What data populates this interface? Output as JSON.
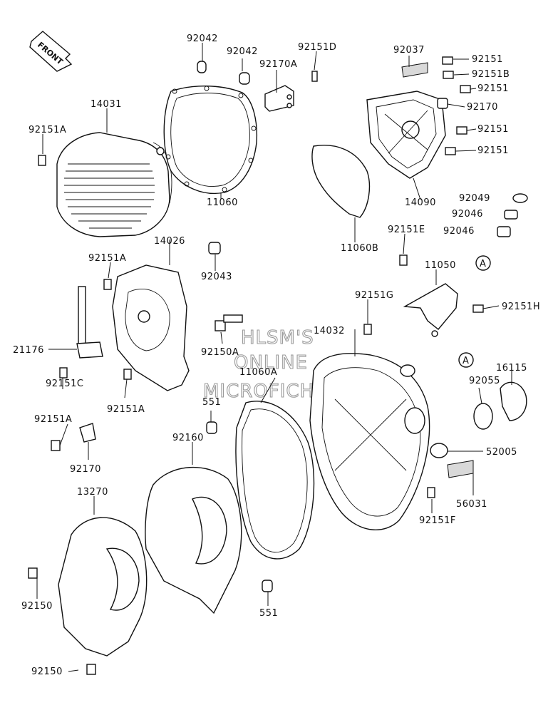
{
  "front_arrow": {
    "text": "FRONT"
  },
  "watermark": {
    "line1": "HLSM'S",
    "line2": "ONLINE",
    "line3": "MICROFICHE"
  },
  "callouts": [
    {
      "id": "c0",
      "text": "92042"
    },
    {
      "id": "c1",
      "text": "92042"
    },
    {
      "id": "c2",
      "text": "92151D"
    },
    {
      "id": "c3",
      "text": "92170A"
    },
    {
      "id": "c4",
      "text": "92037"
    },
    {
      "id": "c5",
      "text": "92151"
    },
    {
      "id": "c6",
      "text": "92151B"
    },
    {
      "id": "c7",
      "text": "92151"
    },
    {
      "id": "c8",
      "text": "92170"
    },
    {
      "id": "c9",
      "text": "92151"
    },
    {
      "id": "c10",
      "text": "92151"
    },
    {
      "id": "c11",
      "text": "14031"
    },
    {
      "id": "c12",
      "text": "92151A"
    },
    {
      "id": "c13",
      "text": "11060"
    },
    {
      "id": "c14",
      "text": "14090"
    },
    {
      "id": "c15",
      "text": "92049"
    },
    {
      "id": "c16",
      "text": "92046"
    },
    {
      "id": "c17",
      "text": "92046"
    },
    {
      "id": "c18",
      "text": "11060B"
    },
    {
      "id": "c19",
      "text": "14026"
    },
    {
      "id": "c20",
      "text": "92151A"
    },
    {
      "id": "c21",
      "text": "92043"
    },
    {
      "id": "c22",
      "text": "92151E"
    },
    {
      "id": "c23",
      "text": "11050"
    },
    {
      "id": "c24",
      "text": "92151G"
    },
    {
      "id": "c25",
      "text": "92151H"
    },
    {
      "id": "c26",
      "text": "14032"
    },
    {
      "id": "c27",
      "text": "21176"
    },
    {
      "id": "c28",
      "text": "92150A"
    },
    {
      "id": "c29",
      "text": "11060A"
    },
    {
      "id": "c30",
      "text": "16115"
    },
    {
      "id": "c31",
      "text": "92055"
    },
    {
      "id": "c32",
      "text": "92151C"
    },
    {
      "id": "c33",
      "text": "92151A"
    },
    {
      "id": "c34",
      "text": "551"
    },
    {
      "id": "c35",
      "text": "92151A"
    },
    {
      "id": "c36",
      "text": "92160"
    },
    {
      "id": "c37",
      "text": "52005"
    },
    {
      "id": "c38",
      "text": "92170"
    },
    {
      "id": "c39",
      "text": "56031"
    },
    {
      "id": "c40",
      "text": "13270"
    },
    {
      "id": "c41",
      "text": "92151F"
    },
    {
      "id": "c42",
      "text": "92150"
    },
    {
      "id": "c43",
      "text": "551"
    },
    {
      "id": "c44",
      "text": "92150"
    }
  ],
  "reference_markers": [
    {
      "id": "m0",
      "text": "A"
    },
    {
      "id": "m1",
      "text": "A"
    }
  ]
}
